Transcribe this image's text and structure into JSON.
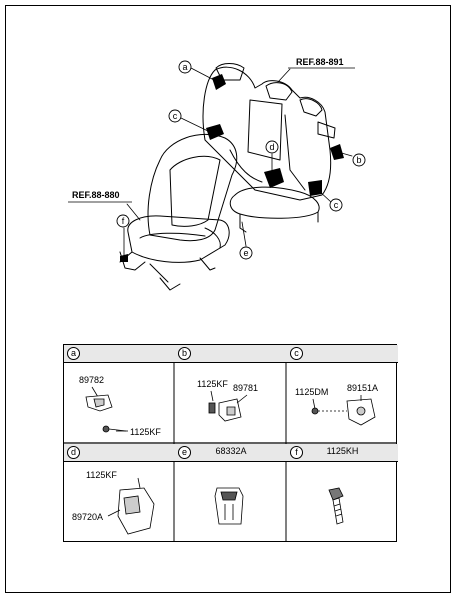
{
  "refs": {
    "top_right": "REF.88-891",
    "left": "REF.88-880"
  },
  "callouts": {
    "a": "a",
    "b": "b",
    "c1": "c",
    "c2": "c",
    "d": "d",
    "e": "e",
    "f": "f"
  },
  "cells": {
    "a": {
      "letter": "a",
      "p1": "89782",
      "p2": "1125KF"
    },
    "b": {
      "letter": "b",
      "p1": "1125KF",
      "p2": "89781"
    },
    "c": {
      "letter": "c",
      "p1": "1125DM",
      "p2": "89151A"
    },
    "d": {
      "letter": "d",
      "p1": "1125KF",
      "p2": "89720A"
    },
    "e": {
      "letter": "e",
      "header": "68332A"
    },
    "f": {
      "letter": "f",
      "header": "1125KH"
    }
  }
}
